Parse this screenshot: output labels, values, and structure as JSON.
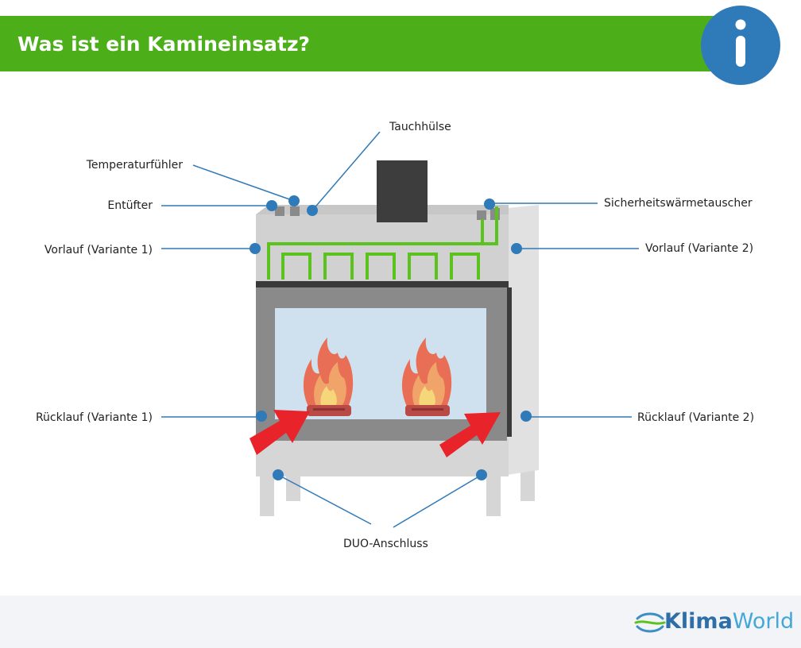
{
  "header": {
    "title": "Was ist ein Kamineinsatz?"
  },
  "info_icon": "info-icon",
  "labels": {
    "tauchhuelse": "Tauchhülse",
    "temperaturfuehler": "Temperaturfühler",
    "entluefter": "Entüfter",
    "sicherheitswaermetauscher": "Sicherheitswärmetauscher",
    "vorlauf_1": "Vorlauf (Variante 1)",
    "vorlauf_2": "Vorlauf (Variante 2)",
    "ruecklauf_1": "Rücklauf (Variante 1)",
    "ruecklauf_2": "Rücklauf (Variante 2)",
    "duo_anschluss": "DUO-Anschluss"
  },
  "logo": {
    "part1": "Klima",
    "part2": "World"
  },
  "colors": {
    "header_green": "#4caf1a",
    "info_blue": "#2f7ab8",
    "pipe_green": "#5cc21e",
    "marker_blue": "#2f7ab8",
    "arrow_red": "#e8242a",
    "glass": "#cfe1ee",
    "body_gray": "#d2d2d2",
    "frame_gray": "#8a8a8a"
  }
}
